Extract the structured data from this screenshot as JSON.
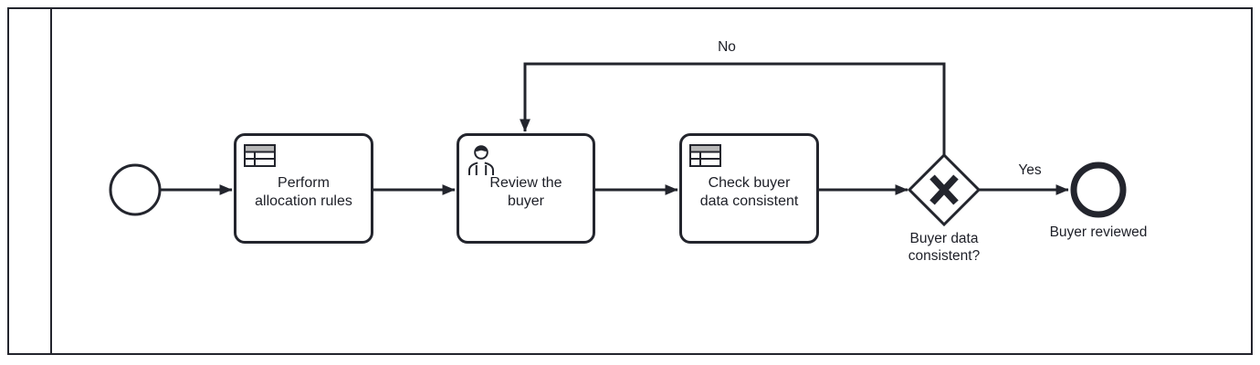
{
  "diagram": {
    "kind": "bpmn-process",
    "colors": {
      "stroke": "#23252d",
      "fill": "#ffffff",
      "icon_header_gray": "#b8b8b8"
    },
    "pool": {
      "label": ""
    },
    "start_event": {
      "label": ""
    },
    "tasks": [
      {
        "name": "perform-allocation-rules",
        "type": "business-rule-task",
        "icon": "business-rule-table-icon",
        "label_lines": [
          "Perform",
          "allocation rules"
        ]
      },
      {
        "name": "review-the-buyer",
        "type": "user-task",
        "icon": "user-icon",
        "label_lines": [
          "Review the",
          "buyer"
        ]
      },
      {
        "name": "check-buyer-data-consistent",
        "type": "business-rule-task",
        "icon": "business-rule-table-icon",
        "label_lines": [
          "Check buyer",
          "data consistent"
        ]
      }
    ],
    "gateway": {
      "name": "exclusive-gateway",
      "marker": "X",
      "label_lines": [
        "Buyer data",
        "consistent?"
      ]
    },
    "end_event": {
      "label": "Buyer reviewed"
    },
    "flow_labels": {
      "yes": "Yes",
      "no": "No"
    }
  }
}
